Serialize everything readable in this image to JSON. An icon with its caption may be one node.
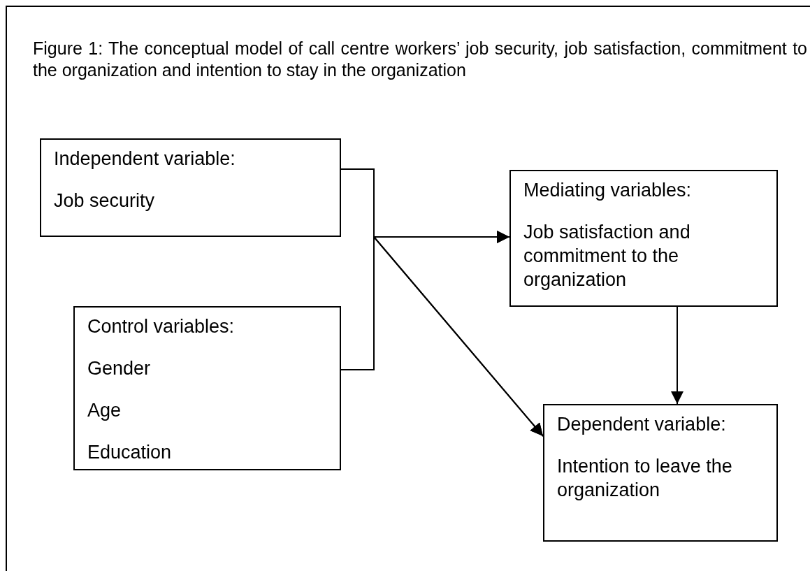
{
  "diagram": {
    "title": "Figure 1: The conceptual model of call centre workers’ job security, job satisfaction, commitment to the organization and intention to stay in the organization",
    "nodes": [
      {
        "text": [
          "Independent variable:",
          "Job security"
        ]
      },
      {
        "text": [
          "Control variables:",
          "Gender",
          "Age",
          "Education"
        ]
      },
      {
        "text": [
          "Mediating variables:",
          "Job satisfaction and commitment to the organization"
        ]
      },
      {
        "text": [
          "Dependent variable:",
          "Intention to leave the organization"
        ]
      }
    ],
    "edges": [
      {
        "from": 0,
        "to": 2,
        "arrow": "to"
      },
      {
        "from": 0,
        "to": 3,
        "arrow": "to"
      },
      {
        "from": 1,
        "to": 2,
        "arrow": "to"
      },
      {
        "from": 1,
        "to": 3,
        "arrow": "to"
      },
      {
        "from": 2,
        "to": 3,
        "arrow": "to"
      }
    ]
  }
}
